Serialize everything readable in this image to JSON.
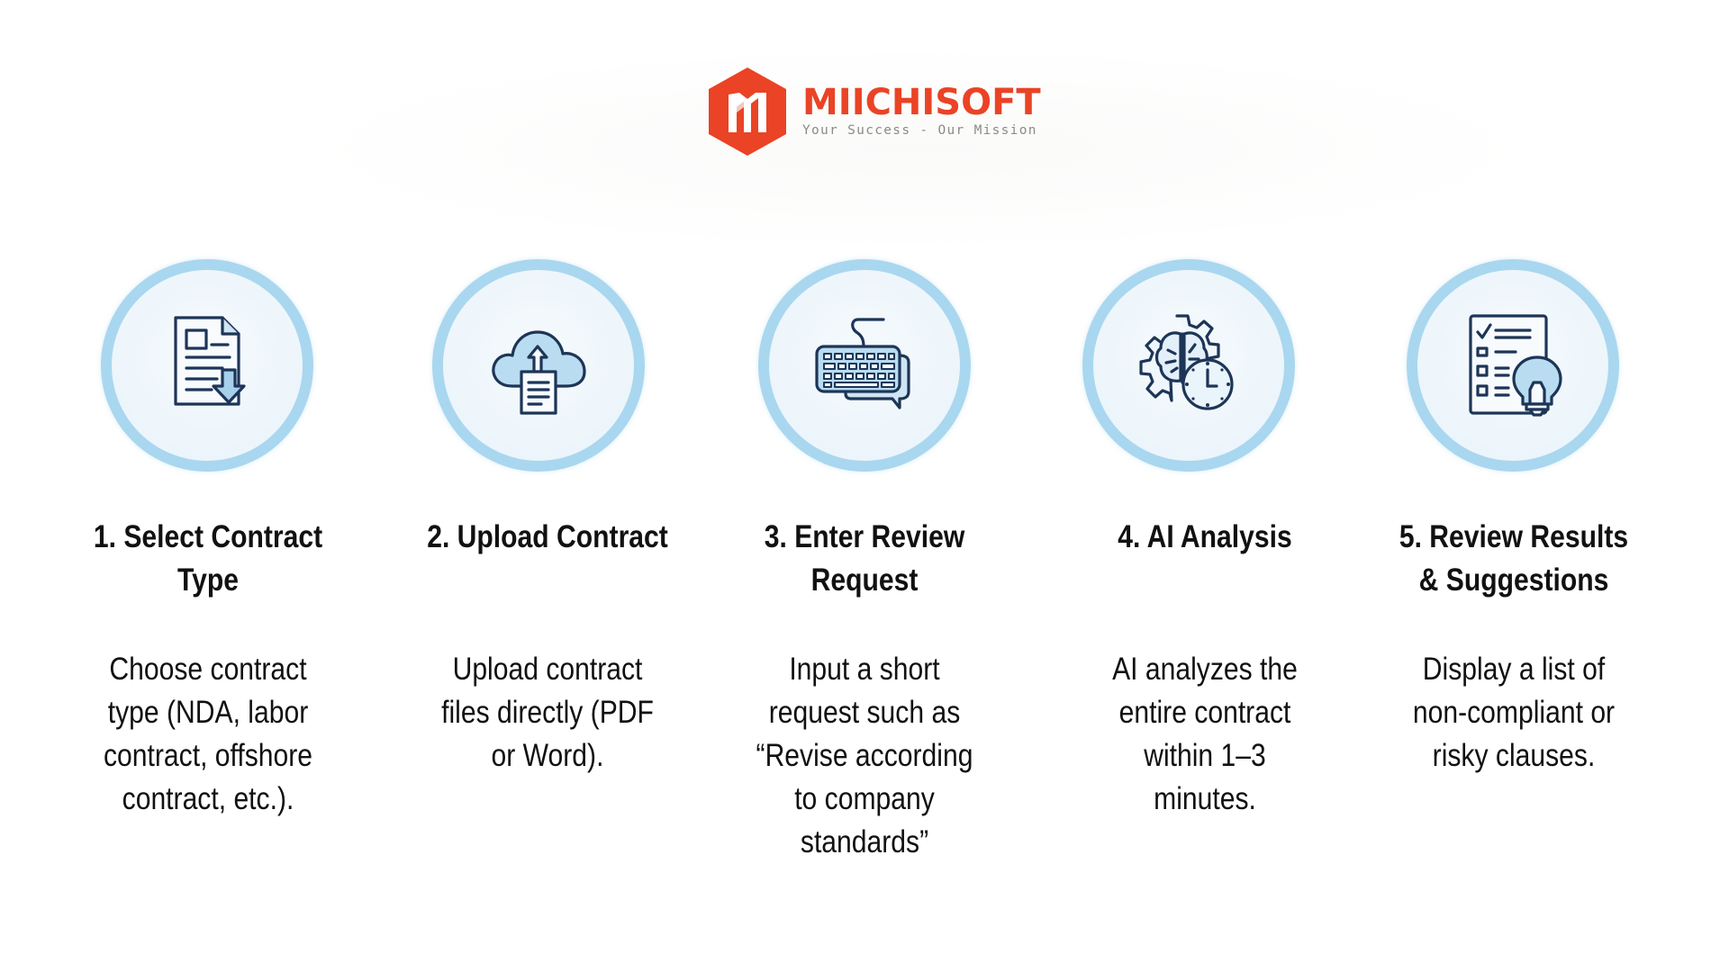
{
  "brand": {
    "name": "MIICHISOFT",
    "tagline": "Your Success - Our Mission",
    "color": "#ea4325",
    "icon": "m-hexagon-logo-icon"
  },
  "colors": {
    "ring": "#a9d7ef",
    "icon_stroke": "#1d3557",
    "icon_fill": "#b9dcf0",
    "text": "#111111"
  },
  "steps": [
    {
      "number": 1,
      "title": "1. Select Contract\nType",
      "title_lines": [
        "1. Select Contract",
        "Type"
      ],
      "description": "Choose contract\ntype (NDA, labor\ncontract, offshore\ncontract, etc.).",
      "icon": "document-download-icon"
    },
    {
      "number": 2,
      "title": "2. Upload Contract",
      "title_lines": [
        "2. Upload Contract"
      ],
      "description": "Upload contract\nfiles directly (PDF\nor Word).",
      "icon": "cloud-upload-document-icon"
    },
    {
      "number": 3,
      "title": "3. Enter Review\nRequest",
      "title_lines": [
        "3. Enter Review",
        "Request"
      ],
      "description": "Input a short\nrequest such as\n“Revise according\nto company\nstandards”",
      "icon": "keyboard-chat-icon"
    },
    {
      "number": 4,
      "title": "4. AI Analysis",
      "title_lines": [
        "4. AI Analysis"
      ],
      "description": "AI analyzes the\nentire contract\nwithin 1–3\nminutes.",
      "icon": "brain-gear-clock-icon"
    },
    {
      "number": 5,
      "title": "5. Review Results\n& Suggestions",
      "title_lines": [
        "5. Review Results",
        "& Suggestions"
      ],
      "description": "Display a list of\nnon-compliant or\nrisky clauses.",
      "icon": "checklist-lightbulb-icon"
    }
  ]
}
